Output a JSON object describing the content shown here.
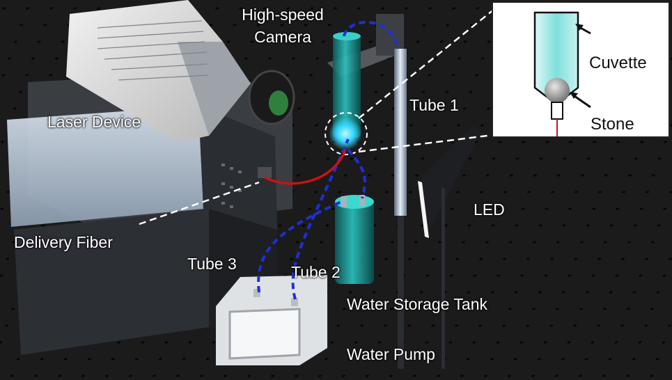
{
  "labels": {
    "camera_line1": "High-speed",
    "camera_line2": "Camera",
    "laser": "Laser Device",
    "fiber": "Delivery Fiber",
    "tube1": "Tube 1",
    "tube2": "Tube 2",
    "tube3": "Tube 3",
    "led": "LED",
    "tank": "Water Storage Tank",
    "pump": "Water Pump"
  },
  "inset": {
    "cuvette": "Cuvette",
    "stone": "Stone"
  },
  "colors": {
    "background": "#1b1b1b",
    "cuvette_water": "#2cc5c0",
    "tube_dashed": "#1f2fd6",
    "fiber": "#d01010",
    "glow": "#34d6ff"
  }
}
